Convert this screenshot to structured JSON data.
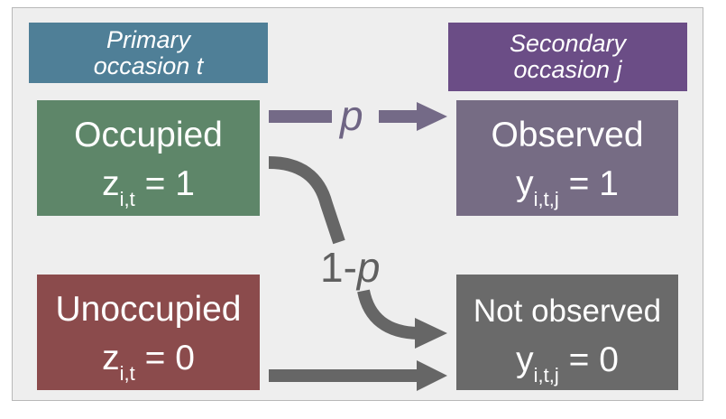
{
  "headers": {
    "primary": {
      "line1": "Primary",
      "line2": "occasion t"
    },
    "secondary": {
      "line1": "Secondary",
      "line2": "occasion j"
    }
  },
  "states": {
    "occupied": {
      "label": "Occupied",
      "var": "z",
      "sub": "i,t",
      "value": "= 1"
    },
    "unoccupied": {
      "label": "Unoccupied",
      "var": "z",
      "sub": "i,t",
      "value": "= 0"
    },
    "observed": {
      "label": "Observed",
      "var": "y",
      "sub": "i,t,j",
      "value": "= 1"
    },
    "not_observed": {
      "label": "Not observed",
      "var": "y",
      "sub": "i,t,j",
      "value": "= 0"
    }
  },
  "edges": {
    "p_label": "p",
    "one_minus_prefix": "1-",
    "one_minus_p": "p"
  },
  "colors": {
    "primary_header": "#4f7f97",
    "secondary_header": "#6b4d86",
    "occupied": "#5e8669",
    "unoccupied": "#8b4b4c",
    "observed": "#766c84",
    "not_observed": "#6a6a6a",
    "arrow_p": "#746a87",
    "arrow_gray": "#666666"
  }
}
